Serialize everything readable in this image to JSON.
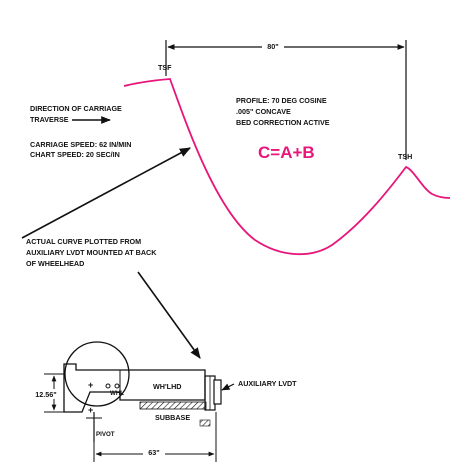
{
  "dimension_top": "80\"",
  "dimension_bottom": "63\"",
  "dimension_left": "12.56\"",
  "label_tsf": "TSF",
  "label_tsh": "TSH",
  "direction": {
    "line1": "DIRECTION OF CARRIAGE",
    "line2": "TRAVERSE"
  },
  "speeds": {
    "carriage": "CARRIAGE SPEED: 62 IN/MIN",
    "chart": "CHART SPEED: 20 SEC/IN"
  },
  "profile": {
    "line1": "PROFILE: 70 DEG COSINE",
    "line2": ".005\" CONCAVE",
    "line3": "BED CORRECTION ACTIVE"
  },
  "formula": "C=A+B",
  "actual_curve": {
    "line1": "ACTUAL CURVE PLOTTED FROM",
    "line2": "AUXILIARY LVDT MOUNTED AT BACK",
    "line3": "OF WHEELHEAD"
  },
  "machine": {
    "wheelhead": "WH'LHD",
    "whl": "WHL",
    "subbase": "SUBBASE",
    "pivot": "PIVOT",
    "aux_lvdt": "AUXILIARY LVDT"
  },
  "colors": {
    "curve": "#e8167a",
    "ink": "#111111"
  }
}
